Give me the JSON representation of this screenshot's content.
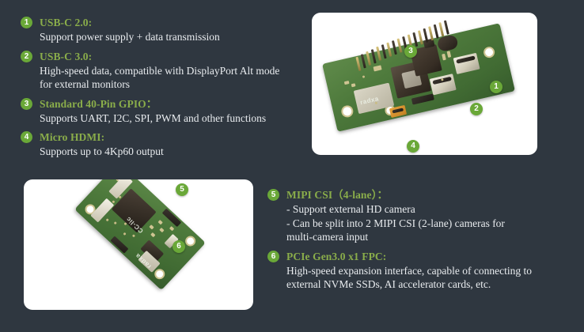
{
  "theme": {
    "background": "#2f3740",
    "card_background": "#ffffff",
    "accent_green": "#6aa838",
    "heading_green": "#8aad4a",
    "body_text": "#e9ecef"
  },
  "specs_top": [
    {
      "number": "1",
      "title": "USB-C 2.0:",
      "lines": [
        "Support power supply + data transmission"
      ]
    },
    {
      "number": "2",
      "title": "USB-C 3.0:",
      "lines": [
        "High-speed data, compatible with DisplayPort Alt mode",
        "for external monitors"
      ]
    },
    {
      "number": "3",
      "title": "Standard 40-Pin GPIO：",
      "lines": [
        "Supports UART, I2C, SPI, PWM and other functions"
      ]
    },
    {
      "number": "4",
      "title": "Micro HDMI:",
      "lines": [
        "Supports up to 4Kp60 output"
      ]
    }
  ],
  "specs_bottom": [
    {
      "number": "5",
      "title": "MIPI CSI（4-lane）：",
      "lines": [
        "- Support external HD camera",
        "- Can be split into 2 MIPI CSI (2-lane) cameras for",
        "multi-camera input"
      ]
    },
    {
      "number": "6",
      "title": "PCIe Gen3.0 x1 FPC:",
      "lines": [
        "High-speed expansion interface, capable of connecting to",
        "external NVMe SSDs, AI accelerator cards, etc."
      ]
    }
  ],
  "photo_top": {
    "alt_name": "single-board-computer-top-view",
    "callouts": [
      "1",
      "2",
      "3",
      "4"
    ],
    "brand": "radxa"
  },
  "photo_bottom": {
    "alt_name": "single-board-computer-bottom-view",
    "callouts": [
      "5",
      "6"
    ],
    "brand": "radxa"
  }
}
